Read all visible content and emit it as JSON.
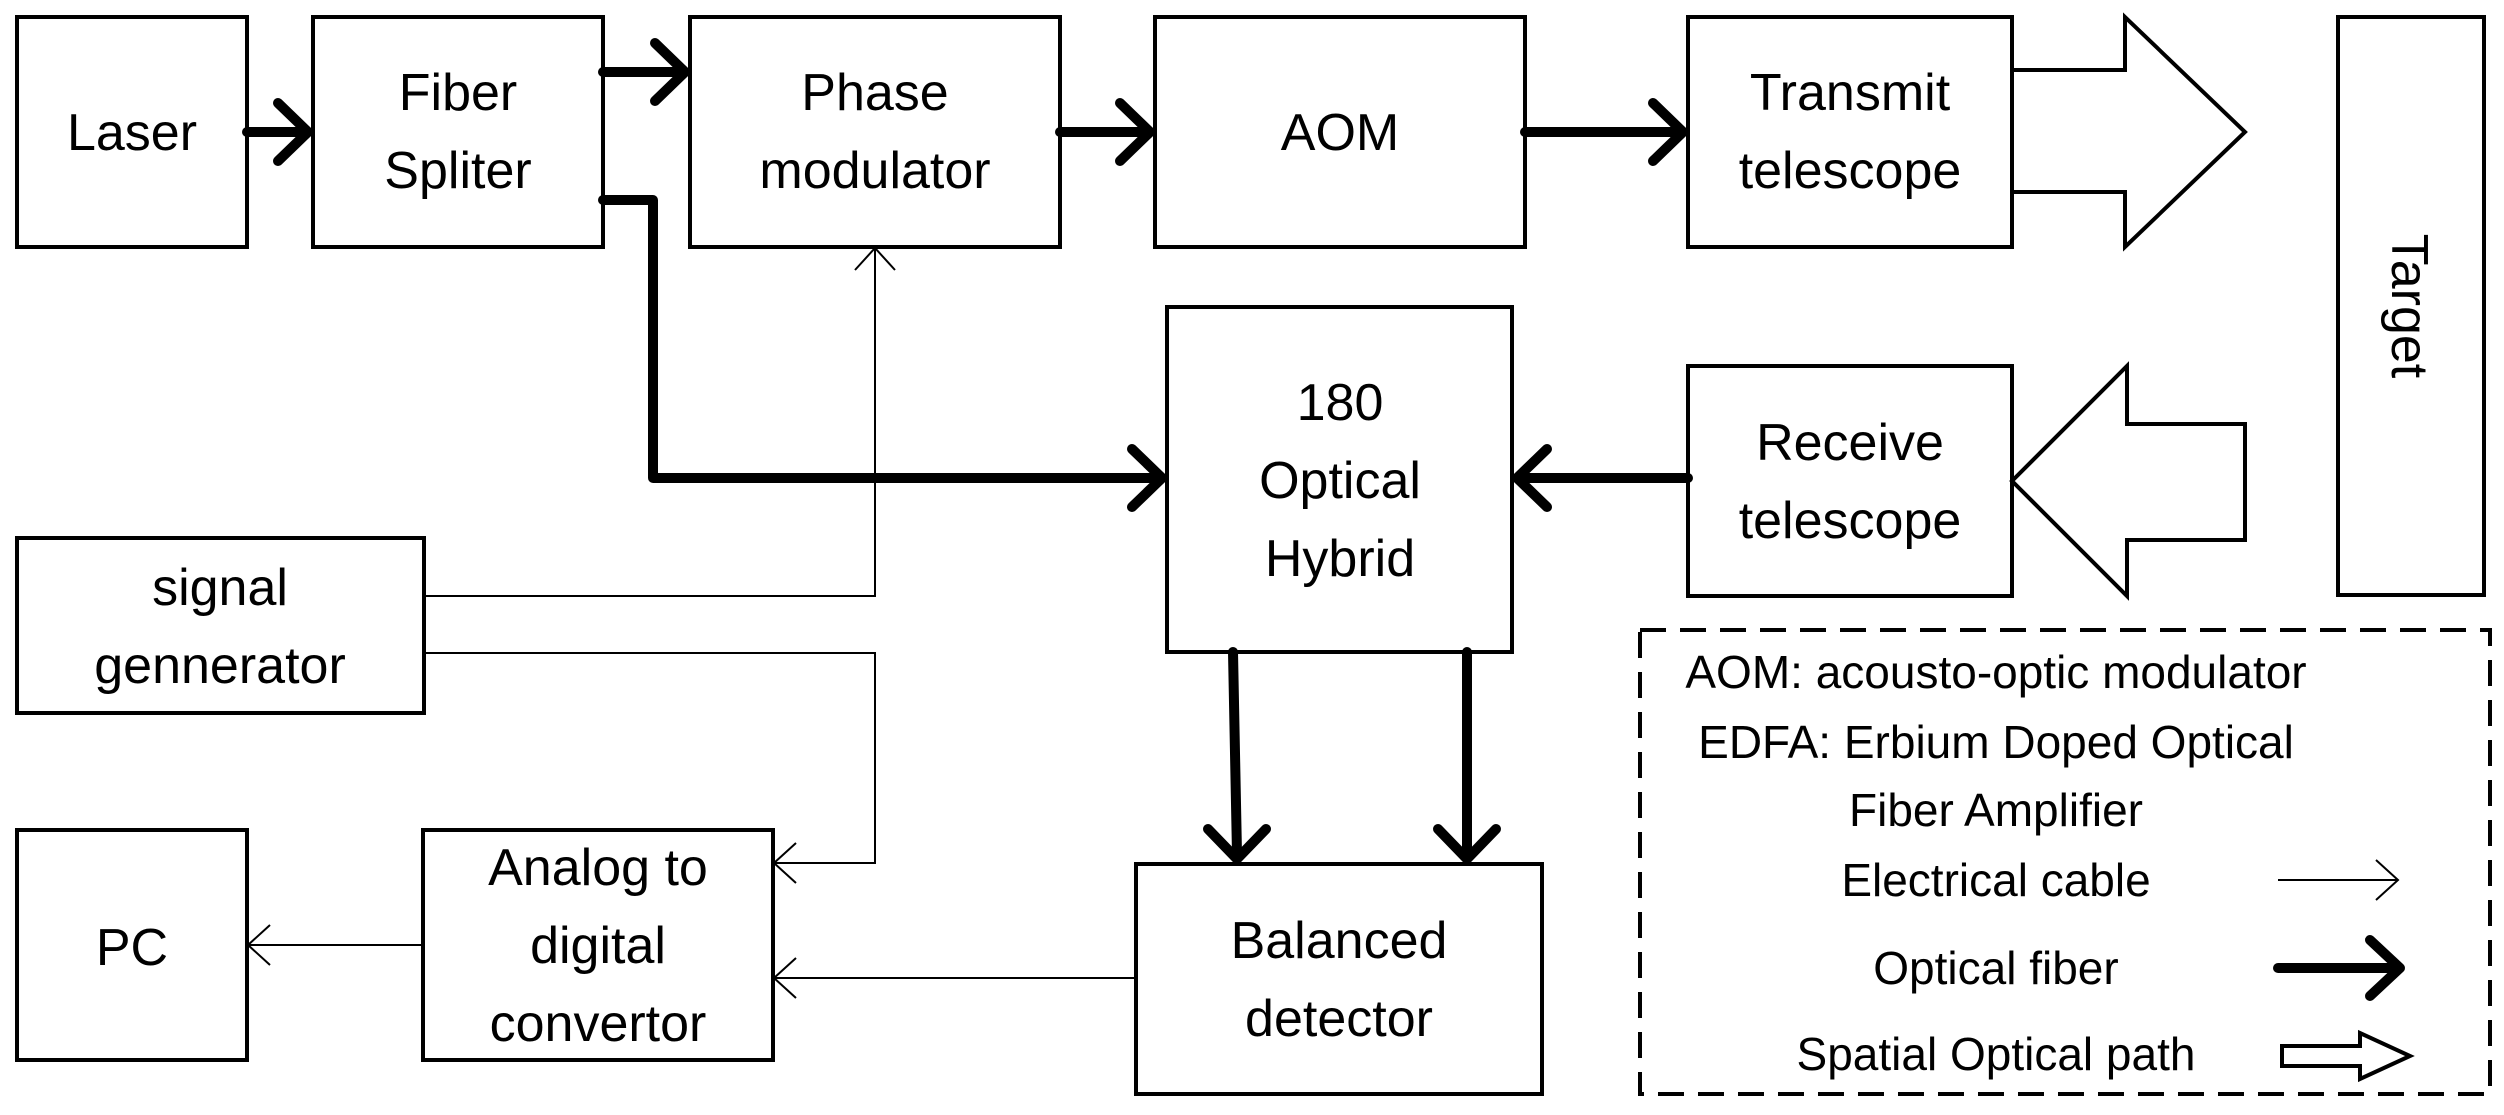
{
  "blocks": {
    "laser": [
      "Laser"
    ],
    "fiber_splitter": [
      "Fiber",
      "Spliter"
    ],
    "phase_modulator": [
      "Phase",
      "modulator"
    ],
    "aom": [
      "AOM"
    ],
    "transmit_telescope": [
      "Transmit",
      "telescope"
    ],
    "target": [
      "Target"
    ],
    "optical_hybrid": [
      "180",
      "Optical",
      "Hybrid"
    ],
    "receive_telescope": [
      "Receive",
      "telescope"
    ],
    "signal_generator": [
      "signal",
      "gennerator"
    ],
    "pc": [
      "PC"
    ],
    "adc": [
      "Analog to",
      "digital",
      "convertor"
    ],
    "balanced_detector": [
      "Balanced",
      "detector"
    ]
  },
  "legend": {
    "line1": "AOM: acousto-optic modulator",
    "line2": "EDFA: Erbium Doped Optical",
    "line3": "Fiber Amplifier",
    "electrical": "Electrical cable",
    "optical": "Optical fiber",
    "spatial": "Spatial Optical path"
  }
}
